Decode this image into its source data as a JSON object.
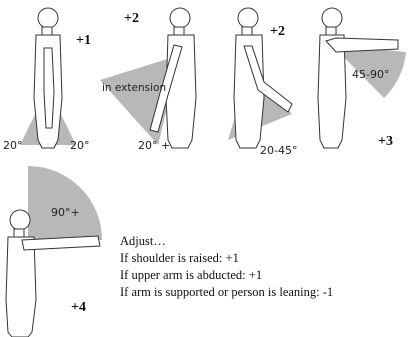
{
  "colors": {
    "wedge": "#b8b8b8",
    "body_fill": "#ffffff",
    "outline": "#333333"
  },
  "panels": [
    {
      "id": "neutral",
      "score": "+1",
      "angle_left": "20°",
      "angle_right": "20°"
    },
    {
      "id": "extension",
      "score": "+2",
      "angle": "20° +",
      "annotation": "in extension"
    },
    {
      "id": "flexion-moderate",
      "score": "+2",
      "angle": "20-45°"
    },
    {
      "id": "flexion-high",
      "score": "+3",
      "angle": "45-90°"
    },
    {
      "id": "flexion-overhead",
      "score": "+4",
      "angle": "90°+"
    }
  ],
  "adjust": {
    "title": "Adjust…",
    "items": [
      "If shoulder is raised:  +1",
      "If upper arm is abducted:  +1",
      "If arm is supported or person is leaning: -1"
    ]
  }
}
